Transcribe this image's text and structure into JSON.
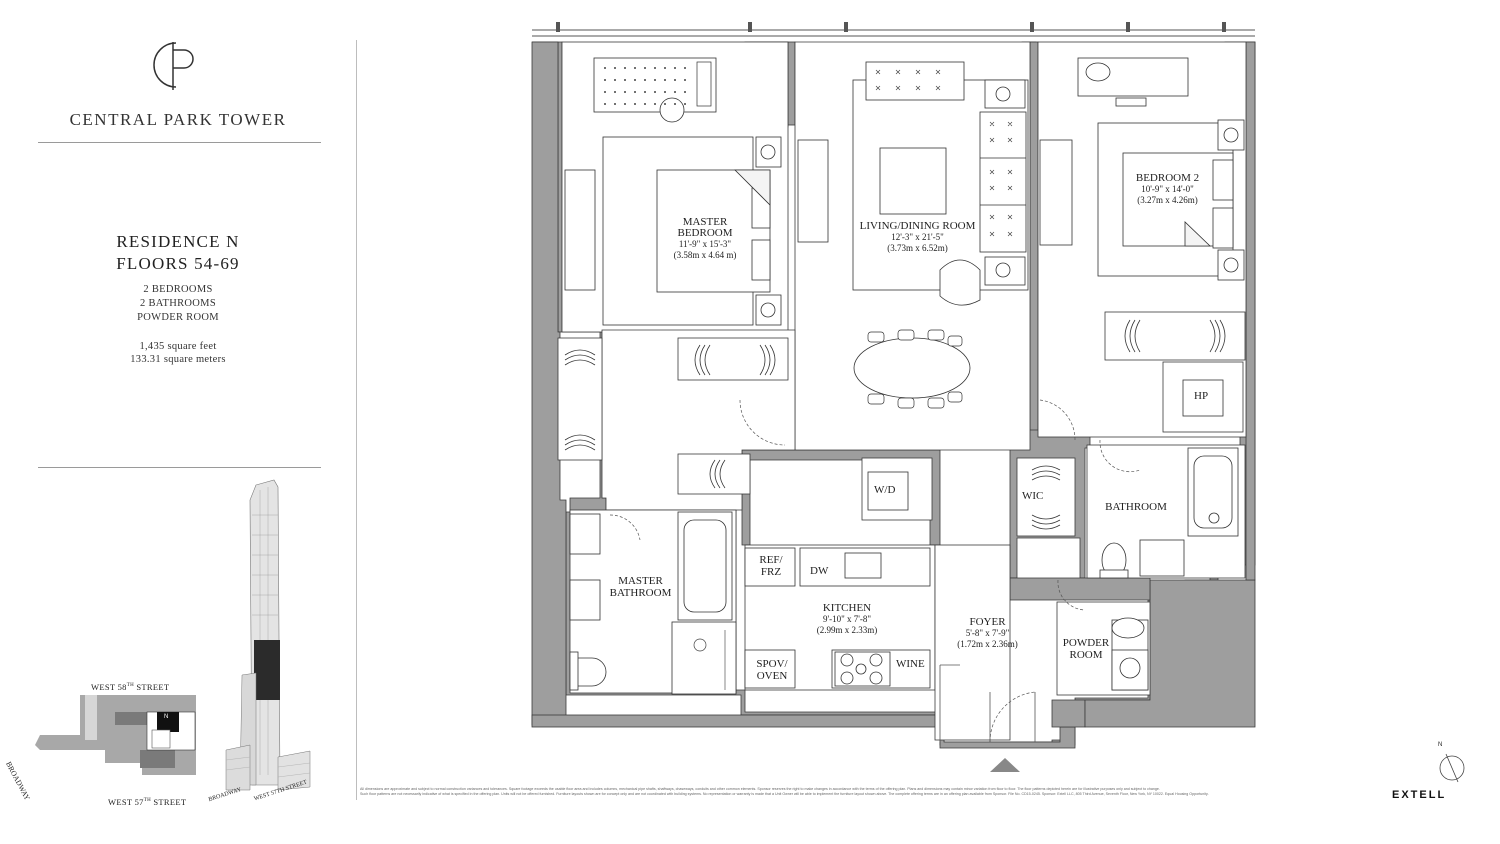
{
  "brand": {
    "name": "CENTRAL PARK TOWER",
    "logo_icon": "cp-monogram-icon"
  },
  "residence": {
    "title": "RESIDENCE N",
    "floors": "FLOORS 54-69",
    "bedrooms": "2 BEDROOMS",
    "bathrooms": "2 BATHROOMS",
    "powder": "POWDER ROOM",
    "sqft": "1,435 square feet",
    "sqm": "133.31 square meters"
  },
  "map": {
    "street_north": "WEST 58",
    "street_north_sup": "TH",
    "street_north_suffix": " STREET",
    "street_south": "WEST 57",
    "street_south_sup": "TH",
    "street_south_suffix": " STREET",
    "street_diag": "BROADWAY",
    "unit_marker": "N"
  },
  "tower": {
    "label_broadway": "BROADWAY",
    "label_57": "WEST 57TH STREET"
  },
  "rooms": {
    "master_bedroom": {
      "name1": "MASTER",
      "name2": "BEDROOM",
      "dim1": "11'-9\" x 15'-3\"",
      "dim2": "(3.58m x 4.64 m)"
    },
    "living": {
      "name": "LIVING/DINING ROOM",
      "dim1": "12'-3\" x 21'-5\"",
      "dim2": "(3.73m x 6.52m)"
    },
    "bedroom2": {
      "name": "BEDROOM 2",
      "dim1": "10'-9\" x 14'-0\"",
      "dim2": "(3.27m x 4.26m)"
    },
    "master_bath": {
      "name1": "MASTER",
      "name2": "BATHROOM"
    },
    "kitchen": {
      "name": "KITCHEN",
      "dim1": "9'-10\" x 7'-8\"",
      "dim2": "(2.99m x 2.33m)"
    },
    "foyer": {
      "name": "FOYER",
      "dim1": "5'-8\" x 7'-9\"",
      "dim2": "(1.72m x 2.36m)"
    },
    "bathroom": {
      "name": "BATHROOM"
    },
    "powder": {
      "name1": "POWDER",
      "name2": "ROOM"
    },
    "wic": "WIC",
    "wd": "W/D",
    "hp": "HP",
    "ref1": "REF/",
    "ref2": "FRZ",
    "dw": "DW",
    "spov1": "SPOV/",
    "spov2": "OVEN",
    "wine": "WINE"
  },
  "footer": {
    "disclaimer_line1": "All dimensions are approximate and subject to normal construction variances and tolerances. Square footage exceeds the usable floor area and includes columns, mechanical pipe shafts, shaftways, chaseways, conduits and other common elements. Sponsor reserves the right to make changes in accordance with the terms of the offering plan. Plans and dimensions may contain minor variation from floor to floor. The floor patterns depicted herein are for illustrative purposes only and subject to change.",
    "disclaimer_line2": "Such floor patterns are not necessarily indicative of what is specified in the offering plan. Units will not be offered furnished. Furniture layouts shown are for concept only and are not coordinated with building systems. No representation or warranty is made that a Unit Owner will be able to implement the furniture layout shown above. The complete offering terms are in an offering plan available from Sponsor. File No. CD15-0245. Sponsor: Extell LLC, 805 Third Avenue, Seventh Floor, New York, NY 10022. Equal Housing Opportunity.",
    "developer": "EXTELL",
    "north_label": "N"
  },
  "colors": {
    "wall": "#9e9e9e",
    "line": "#3a3a3a",
    "tower_dark": "#2b2b2b",
    "map_gray": "#a8a8a8"
  }
}
